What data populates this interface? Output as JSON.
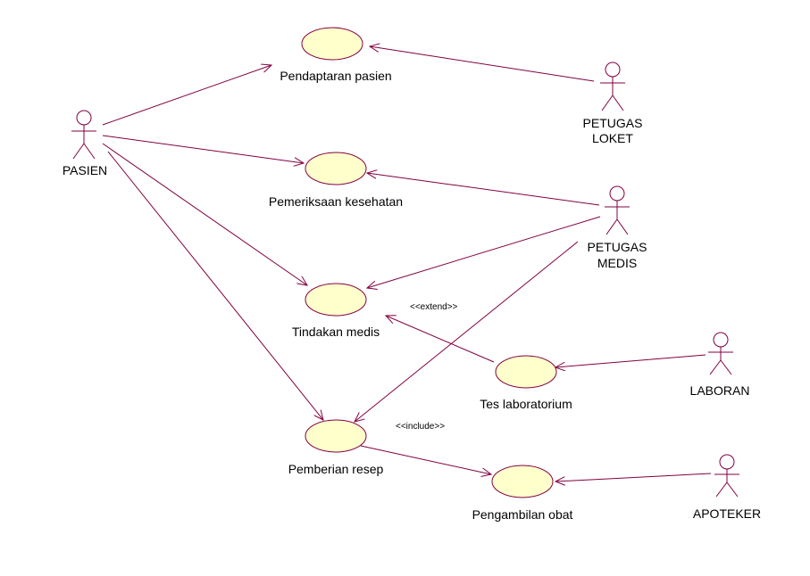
{
  "actors": {
    "pasien": {
      "label": "PASIEN"
    },
    "petugas_loket": {
      "line1": "PETUGAS",
      "line2": "LOKET"
    },
    "petugas_medis": {
      "line1": "PETUGAS",
      "line2": "MEDIS"
    },
    "laboran": {
      "label": "LABORAN"
    },
    "apoteker": {
      "label": "APOTEKER"
    }
  },
  "use_cases": {
    "pendaftaran": {
      "label": "Pendaptaran pasien"
    },
    "pemeriksaan": {
      "label": "Pemeriksaan kesehatan"
    },
    "tindakan": {
      "label": "Tindakan medis"
    },
    "tes_lab": {
      "label": "Tes laboratorium"
    },
    "resep": {
      "label": "Pemberian resep"
    },
    "obat": {
      "label": "Pengambilan obat"
    }
  },
  "stereotypes": {
    "extend": "<<extend>>",
    "include": "<<include>>"
  },
  "colors": {
    "line": "#800040",
    "usecase_fill": "#FFFFCC"
  }
}
